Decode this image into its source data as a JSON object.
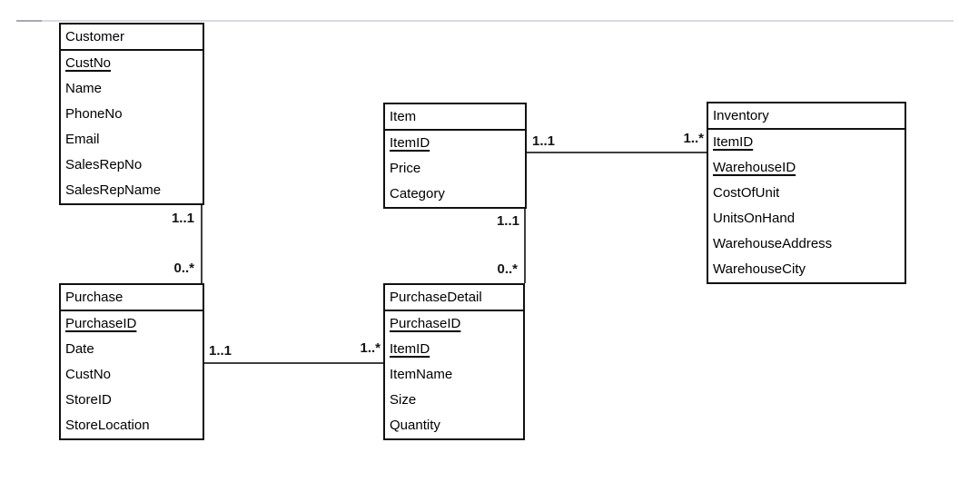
{
  "entities": [
    {
      "name": "Customer",
      "attributes": [
        {
          "label": "CustNo",
          "pk": true
        },
        {
          "label": "Name",
          "pk": false
        },
        {
          "label": "PhoneNo",
          "pk": false
        },
        {
          "label": "Email",
          "pk": false
        },
        {
          "label": "SalesRepNo",
          "pk": false
        },
        {
          "label": "SalesRepName",
          "pk": false
        }
      ]
    },
    {
      "name": "Item",
      "attributes": [
        {
          "label": "ItemID",
          "pk": true
        },
        {
          "label": "Price",
          "pk": false
        },
        {
          "label": "Category",
          "pk": false
        }
      ]
    },
    {
      "name": "Inventory",
      "attributes": [
        {
          "label": "ItemID",
          "pk": true
        },
        {
          "label": "WarehouseID",
          "pk": true
        },
        {
          "label": "CostOfUnit",
          "pk": false
        },
        {
          "label": "UnitsOnHand",
          "pk": false
        },
        {
          "label": "WarehouseAddress",
          "pk": false
        },
        {
          "label": "WarehouseCity",
          "pk": false
        }
      ]
    },
    {
      "name": "Purchase",
      "attributes": [
        {
          "label": "PurchaseID",
          "pk": true
        },
        {
          "label": "Date",
          "pk": false
        },
        {
          "label": "CustNo",
          "pk": false
        },
        {
          "label": "StoreID",
          "pk": false
        },
        {
          "label": "StoreLocation",
          "pk": false
        }
      ]
    },
    {
      "name": "PurchaseDetail",
      "attributes": [
        {
          "label": "PurchaseID",
          "pk": true
        },
        {
          "label": "ItemID",
          "pk": true
        },
        {
          "label": "ItemName",
          "pk": false
        },
        {
          "label": "Size",
          "pk": false
        },
        {
          "label": "Quantity",
          "pk": false
        }
      ]
    }
  ],
  "connections": {
    "customer_purchase": {
      "from_label": "1..1",
      "to_label": "0..*"
    },
    "item_purchasedetail": {
      "from_label": "1..1",
      "to_label": "0..*"
    },
    "item_inventory": {
      "from_label": "1..1",
      "to_label": "1..*"
    },
    "purchase_purchasedetail": {
      "from_label": "1..1",
      "to_label": "1..*"
    }
  },
  "colors": {
    "entity_border": "#111111",
    "connector_line": "#3f3f3f",
    "top_gridline": "#d9dbe3",
    "text": "#000000"
  }
}
